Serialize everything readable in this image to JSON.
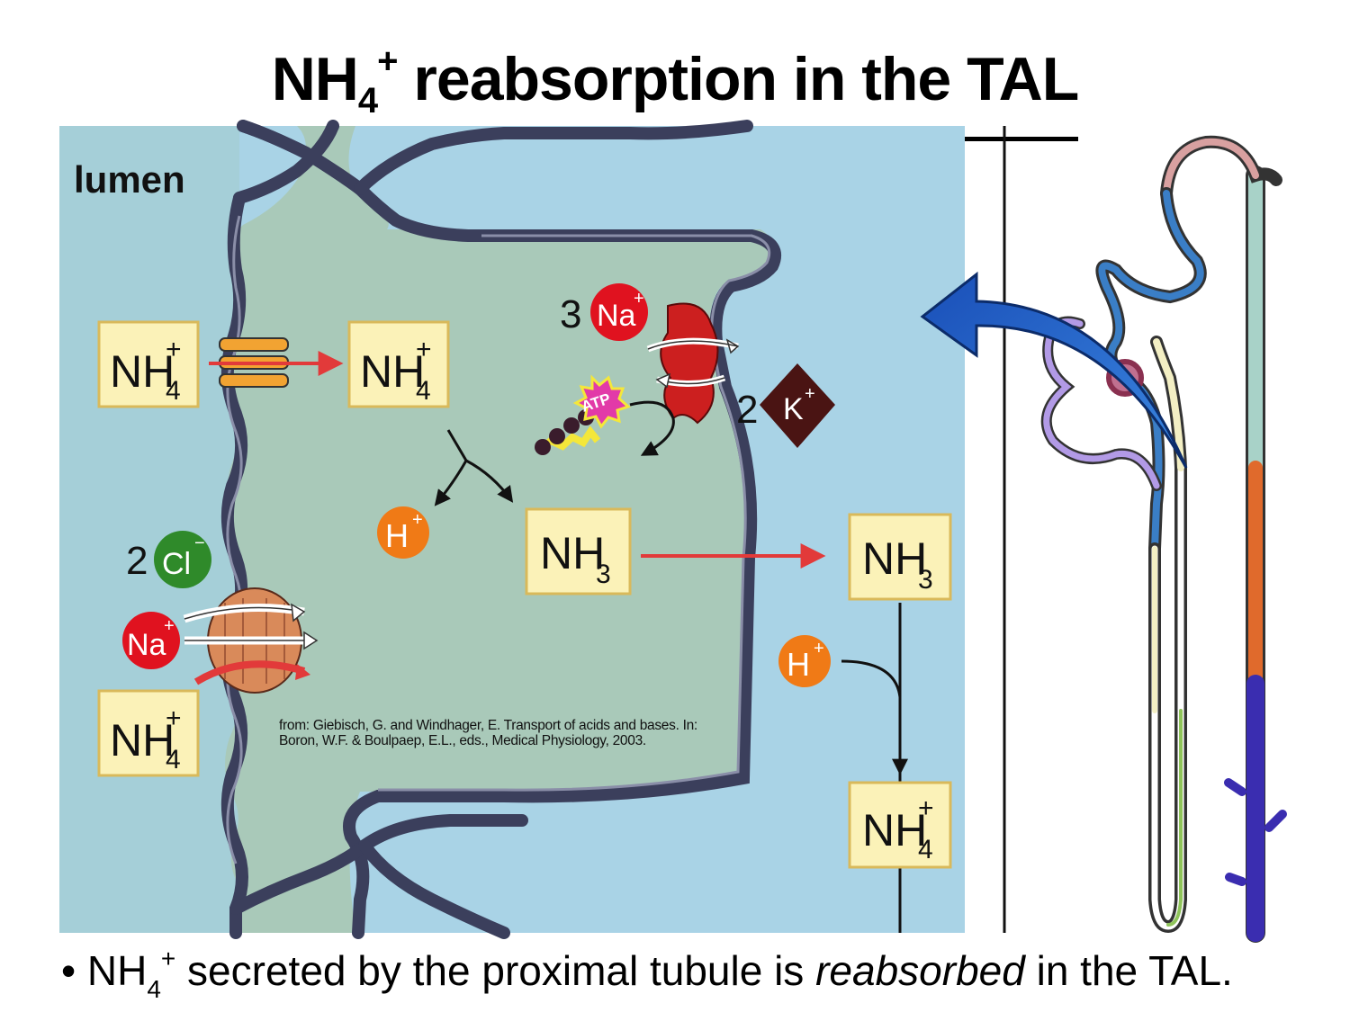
{
  "title": {
    "main": "NH",
    "sub": "4",
    "sup": "+",
    "rest": " reabsorption in the TAL"
  },
  "lumen_label": "lumen",
  "boxes": {
    "nh4_lumen_top": {
      "main": "NH",
      "sup": "+",
      "sub": "4"
    },
    "nh4_cell": {
      "main": "NH",
      "sup": "+",
      "sub": "4"
    },
    "nh3_cell": {
      "main": "NH",
      "sub": "3"
    },
    "nh3_blood": {
      "main": "NH",
      "sub": "3"
    },
    "nh4_blood": {
      "main": "NH",
      "sup": "+",
      "sub": "4"
    },
    "nh4_lumen_bottom": {
      "main": "NH",
      "sup": "+",
      "sub": "4"
    }
  },
  "ions": {
    "na_pump": {
      "count": "3",
      "main": "Na",
      "sup": "+"
    },
    "k_pump": {
      "count": "2",
      "main": "K",
      "sup": "+"
    },
    "atp": "ATP",
    "h_cell": {
      "main": "H",
      "sup": "+"
    },
    "h_blood": {
      "main": "H",
      "sup": "+"
    },
    "cl": {
      "count": "2",
      "main": "Cl",
      "sup": "−"
    },
    "na_cotransporter": {
      "main": "Na",
      "sup": "+"
    }
  },
  "citation": "from: Giebisch, G. and Windhager, E. Transport of acids and bases. In: Boron, W.F. & Boulpaep, E.L., eds., Medical Physiology, 2003.",
  "bullet": {
    "marker": "•",
    "part1": "NH",
    "sub": "4",
    "sup": "+",
    "part2": " secreted by the proximal tubule is ",
    "emph": "reabsorbed",
    "part3": " in the TAL."
  },
  "colors": {
    "lumen_bg": "#a9d3e6",
    "cell_bg": "#a9c9b9",
    "membrane": "#3b3f5c",
    "box_fill": "#fbf2b8",
    "box_stroke": "#d9b95a",
    "na_red": "#e0121f",
    "h_orange": "#f07a16",
    "cl_green": "#2f8a2a",
    "k_dark": "#4a1413",
    "arrow_red": "#e23a3a",
    "atp_pink": "#e23aa8"
  }
}
